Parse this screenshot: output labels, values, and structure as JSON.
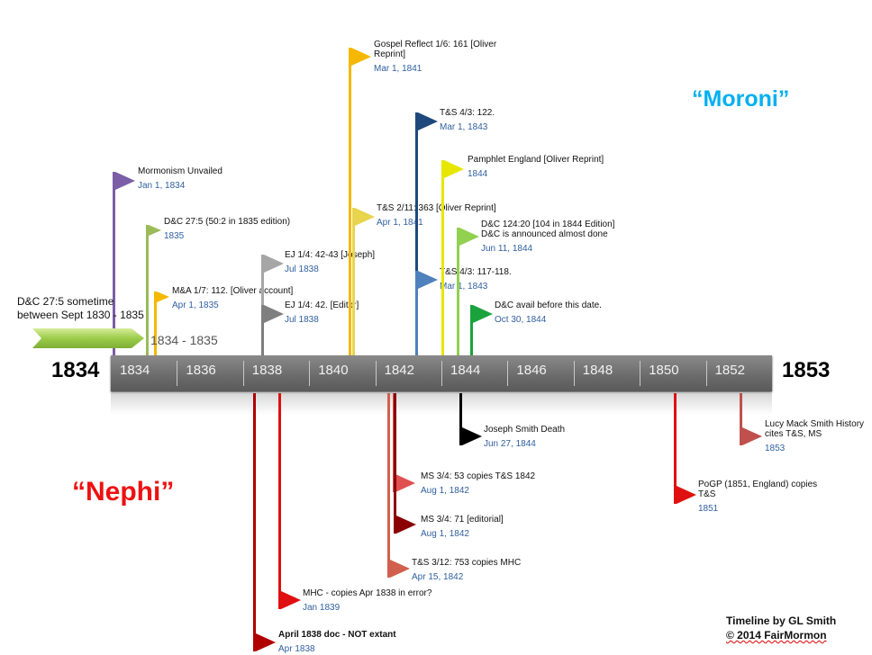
{
  "axis": {
    "start_label": "1834",
    "end_label": "1853",
    "ticks": [
      "1834",
      "1836",
      "1838",
      "1840",
      "1842",
      "1844",
      "1846",
      "1848",
      "1850",
      "1852"
    ]
  },
  "range": {
    "note": "D&C 27:5 sometime between Sept 1830 - 1835",
    "label": "1834 - 1835"
  },
  "headings": {
    "moroni": "“Moroni”",
    "nephi": "“Nephi”"
  },
  "credit": {
    "line1": "Timeline by GL Smith",
    "line2": "© 2014 FairMormon"
  },
  "events": [
    {
      "title": "Mormonism Unvailed",
      "date": "Jan 1, 1834",
      "color": "#7b5ea7"
    },
    {
      "title": "D&C 27:5 (50:2 in 1835 edition)",
      "date": "1835",
      "color": "#9bbb59"
    },
    {
      "title": "M&A 1/7: 112. [Oliver account]",
      "date": "Apr 1, 1835",
      "color": "#f5b800"
    },
    {
      "title": "EJ 1/4: 42-43 [Joseph]",
      "date": "Jul 1838",
      "color": "#a6a6a6"
    },
    {
      "title": "EJ 1/4: 42. [Editor]",
      "date": "Jul 1838",
      "color": "#7f7f7f"
    },
    {
      "title": "Gospel Reflect 1/6: 161 [Oliver\nReprint]",
      "date": "Mar 1, 1841",
      "color": "#f5b800"
    },
    {
      "title": "T&S 2/11: 363 [Oliver Reprint]",
      "date": "Apr 1, 1841",
      "color": "#e8d44d"
    },
    {
      "title": "T&S 4/3: 122.",
      "date": "Mar 1, 1843",
      "color": "#1f497d"
    },
    {
      "title": "T&S 4/3: 117-118.",
      "date": "Mar 1, 1843",
      "color": "#4f81bd"
    },
    {
      "title": "Pamphlet England [Oliver Reprint]",
      "date": "1844",
      "color": "#e6e600"
    },
    {
      "title": "D&C 124:20 [104 in 1844 Edition]\nD&C is announced almost done",
      "date": "Jun 11, 1844",
      "color": "#92d050"
    },
    {
      "title": "D&C avail before this date.",
      "date": "Oct 30, 1844",
      "color": "#1aa33d"
    },
    {
      "title": "Joseph Smith Death",
      "date": "Jun 27, 1844",
      "color": "#000000"
    },
    {
      "title": "Lucy Mack Smith History\ncites T&S, MS",
      "date": "1853",
      "color": "#c0504d"
    },
    {
      "title": "MS 3/4: 53 copies T&S 1842",
      "date": "Aug 1, 1842",
      "color": "#e05050"
    },
    {
      "title": "PoGP (1851, England) copies\nT&S",
      "date": "1851",
      "color": "#e01010"
    },
    {
      "title": "MS 3/4: 71 [editorial]",
      "date": "Aug 1, 1842",
      "color": "#8b0000"
    },
    {
      "title": "T&S 3/12: 753 copies MHC",
      "date": "Apr 15, 1842",
      "color": "#d0604d"
    },
    {
      "title": "MHC - copies Apr 1838 in error?",
      "date": "Jan 1839",
      "color": "#e01010"
    },
    {
      "title": "April 1838 doc - NOT extant",
      "date": "Apr 1838",
      "color": "#b00000"
    }
  ]
}
